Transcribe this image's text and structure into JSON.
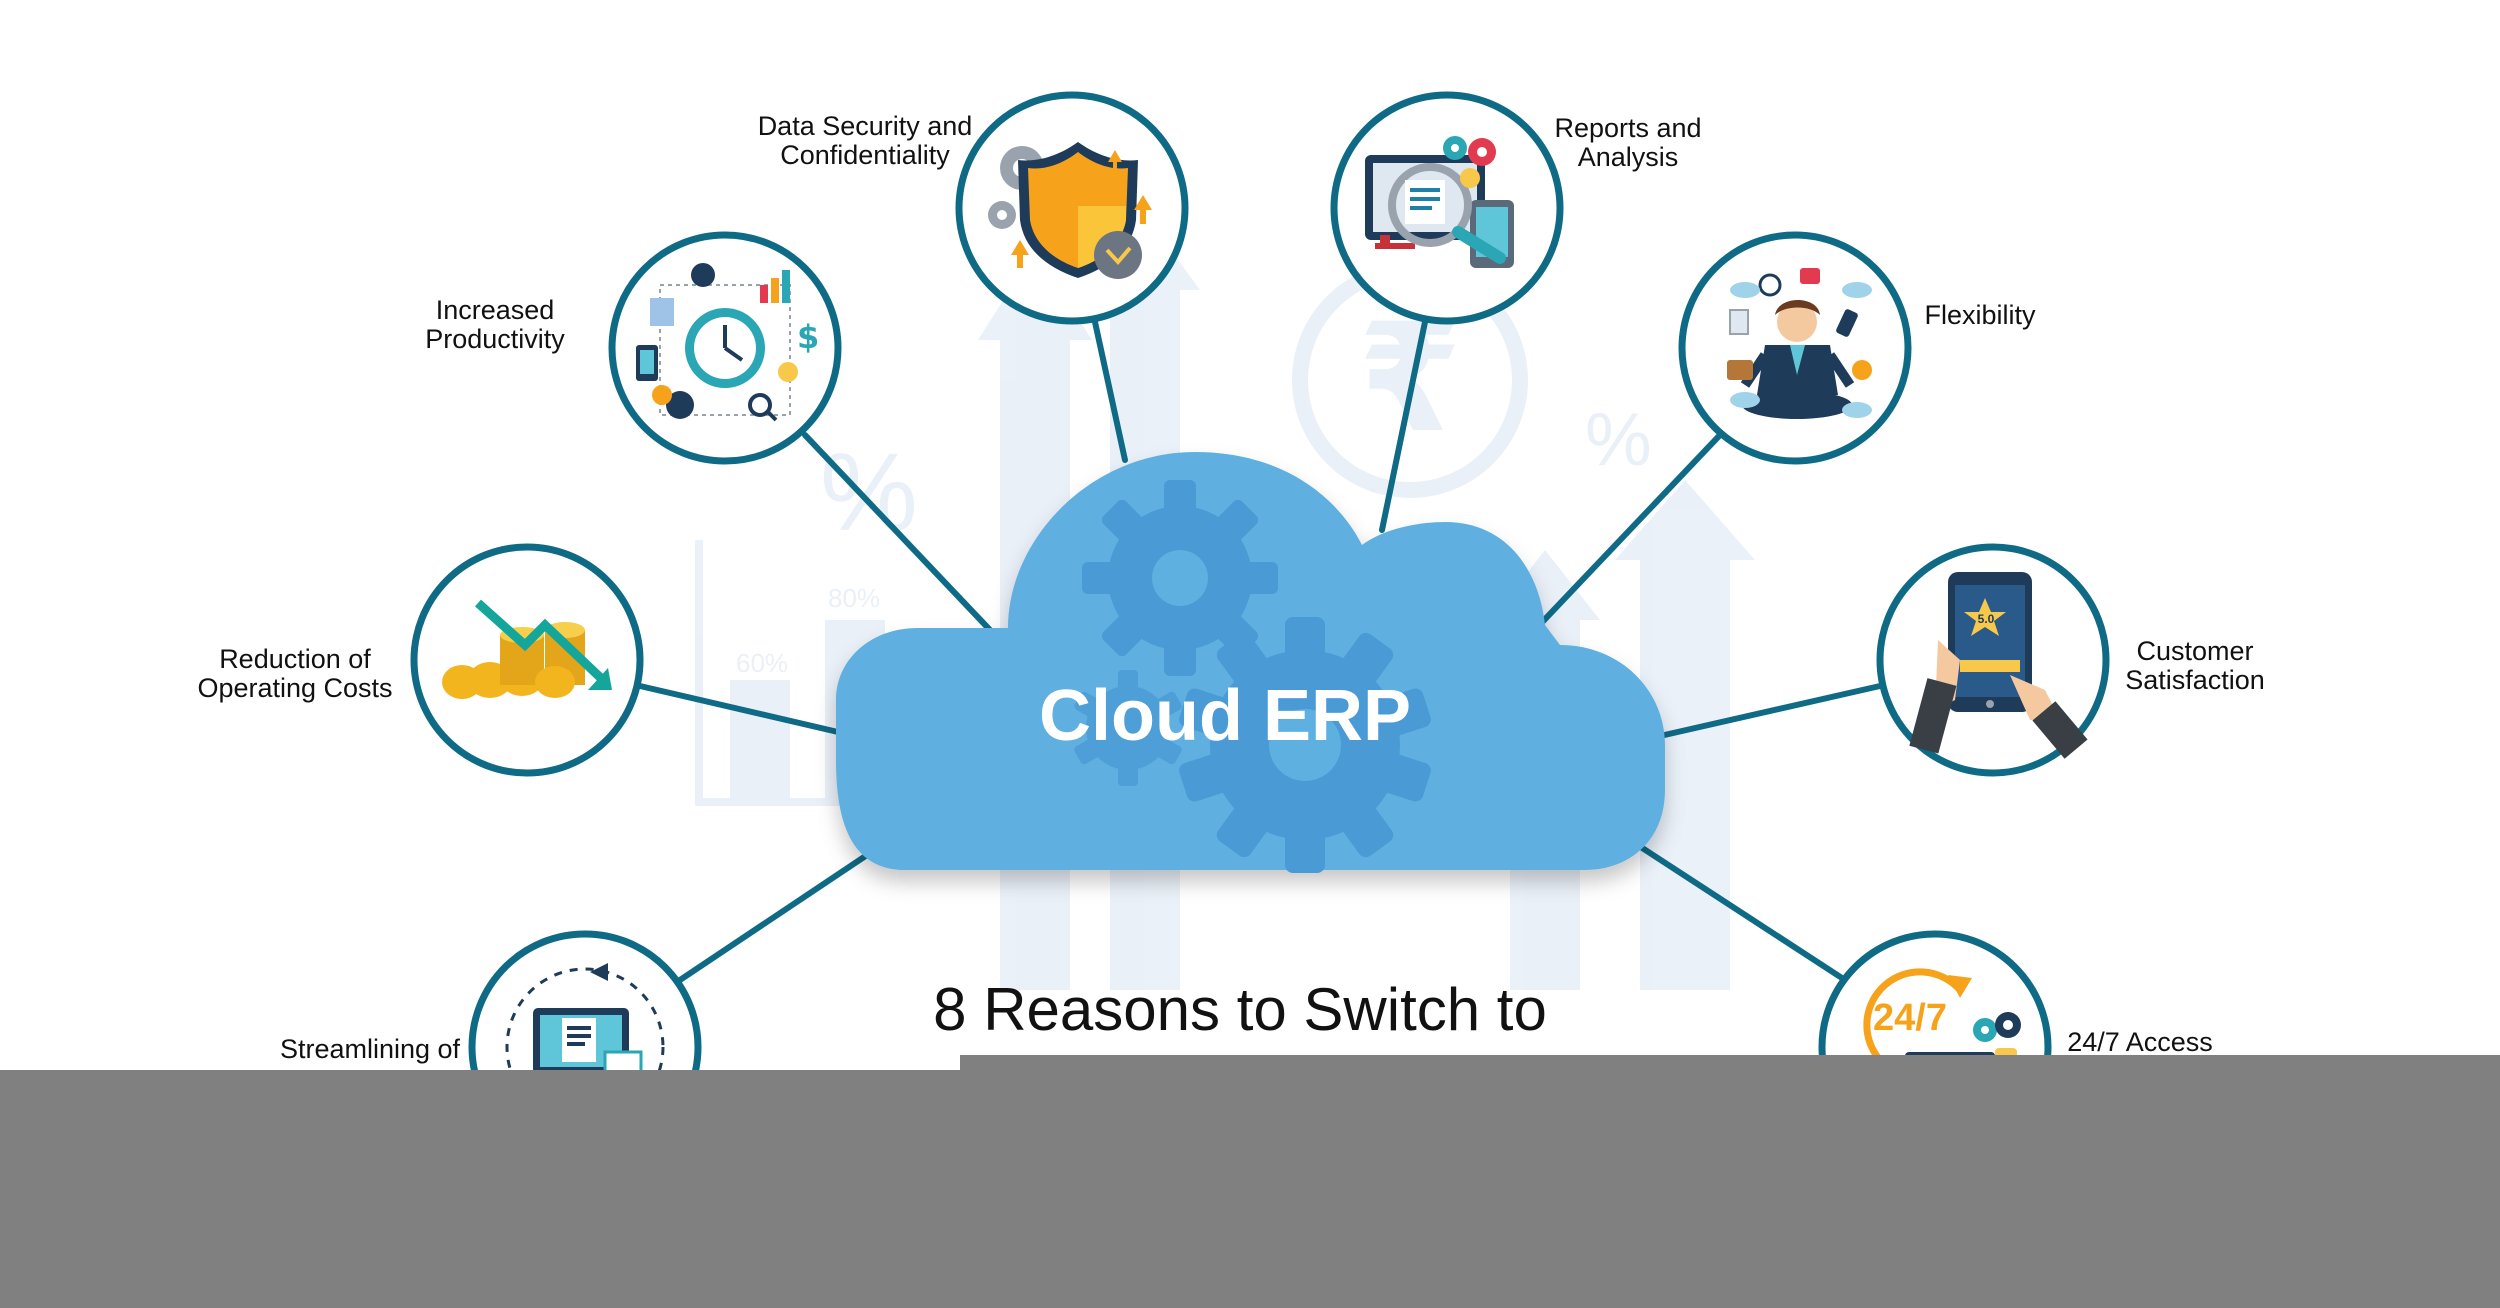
{
  "center": {
    "label": "Cloud ERP"
  },
  "title": "8 Reasons to Switch to",
  "reasons": [
    {
      "lines": [
        "Data Security and",
        "Confidentiality"
      ],
      "icon": "shield-icon"
    },
    {
      "lines": [
        "Reports and",
        "Analysis"
      ],
      "icon": "monitor-magnifier-icon"
    },
    {
      "lines": [
        "Increased",
        "Productivity"
      ],
      "icon": "clock-icon"
    },
    {
      "lines": [
        "Flexibility"
      ],
      "icon": "meditating-businessman-icon"
    },
    {
      "lines": [
        "Reduction of",
        "Operating Costs"
      ],
      "icon": "coins-down-arrow-icon"
    },
    {
      "lines": [
        "Customer",
        "Satisfaction"
      ],
      "icon": "tablet-rating-icon"
    },
    {
      "lines": [
        "Streamlining of"
      ],
      "icon": "documents-monitor-icon"
    },
    {
      "lines": [
        "24/7 Access"
      ],
      "icon": "clock-24-7-icon"
    }
  ],
  "icon_text": {
    "rating": "5.0",
    "access": "24/7"
  },
  "background_marks": [
    "%",
    "%",
    "60%",
    "80%"
  ],
  "colors": {
    "cloud": "#5eb0e0",
    "cloud_gear": "#4a9ad6",
    "ring": "#0f6a86",
    "connector": "#0f6a86",
    "overlay": "#808080"
  }
}
